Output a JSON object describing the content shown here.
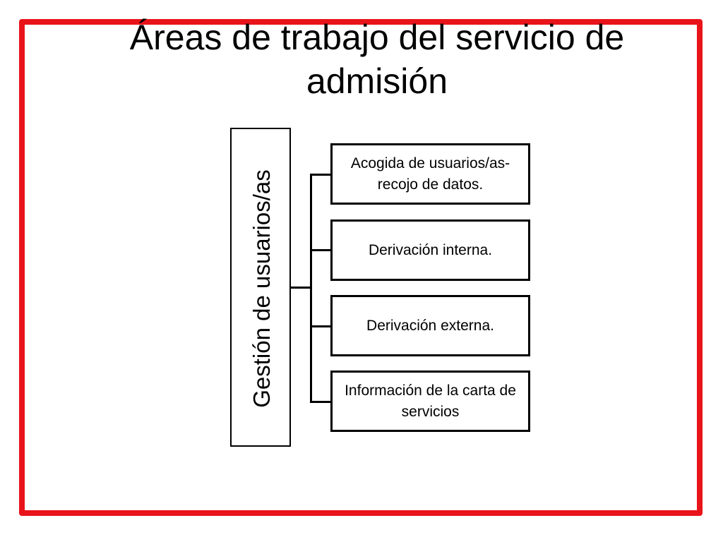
{
  "slide": {
    "title_line1": "Áreas de trabajo del servicio de",
    "title_line2": "admisión",
    "frame_color": "#e8141a"
  },
  "diagram": {
    "root": "Gestión de usuarios/as",
    "children": [
      "Acogida de usuarios/as- recojo de datos.",
      "Derivación interna.",
      "Derivación externa.",
      "Información de la carta de servicios"
    ]
  }
}
